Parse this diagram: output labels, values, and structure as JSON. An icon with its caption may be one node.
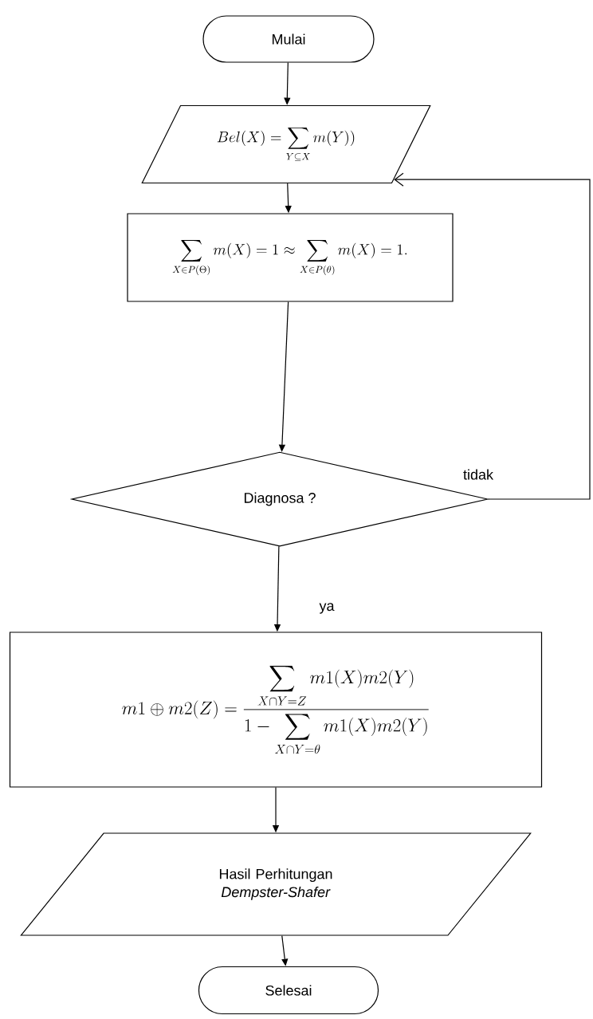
{
  "diagram": {
    "nodes": [
      {
        "text": [
          "Mulai"
        ]
      },
      {
        "text": [
          "Bel(X) = \\sum_{Y \\subseteq X} m(Y))"
        ]
      },
      {
        "text": [
          "\\sum_{X \\in P(\\Theta)} m(X) = 1 \\approx \\sum_{X \\in P(\\theta)} m(X) = 1."
        ]
      },
      {
        "text": [
          "Diagnosa ?"
        ]
      },
      {
        "text": [
          "m1 \\oplus m2(Z) = \\frac{\\displaystyle\\sum_{X \\cap Y = Z} m1(X)m2(Y)}{\\displaystyle 1 - \\sum_{X \\cap Y = \\theta} m1(X)m2(Y)}"
        ]
      },
      {
        "text": [
          "Hasil Perhitungan *Dempster-Shafer*"
        ]
      },
      {
        "text": [
          "Selesai"
        ]
      }
    ],
    "edges": [
      {
        "from": 0,
        "to": 1,
        "arrow": "to"
      },
      {
        "from": 1,
        "to": 2,
        "arrow": "to"
      },
      {
        "from": 2,
        "to": 3,
        "arrow": "to"
      },
      {
        "from": 3,
        "to": 4,
        "label": "ya",
        "arrow": "to"
      },
      {
        "from": 4,
        "to": 5,
        "arrow": "to"
      },
      {
        "from": 5,
        "to": 6,
        "arrow": "to"
      },
      {
        "from": 3,
        "to": 1,
        "label": "tidak",
        "arrow": "to"
      }
    ]
  }
}
